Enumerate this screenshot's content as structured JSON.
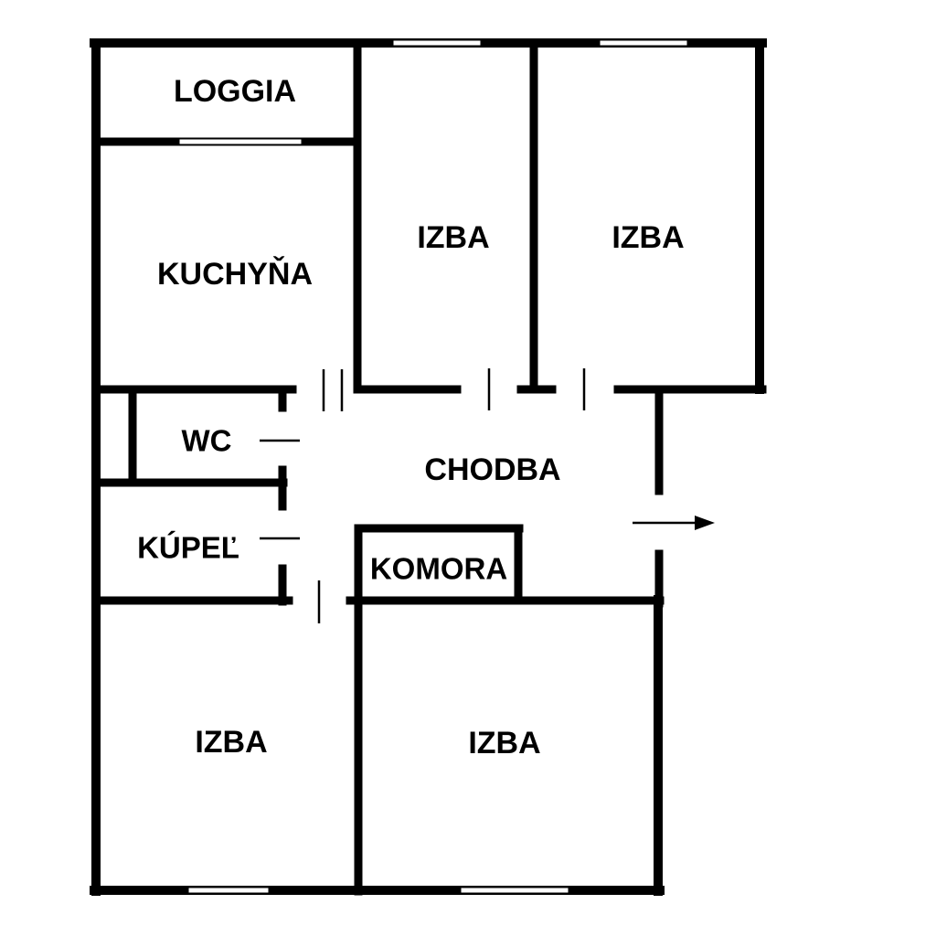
{
  "plan": {
    "colors": {
      "wall": "#000000",
      "window": "#ffffff",
      "background": "#ffffff"
    },
    "rooms": [
      {
        "id": "loggia",
        "label": "LOGGIA"
      },
      {
        "id": "kitchen",
        "label": "KUCHYŇA"
      },
      {
        "id": "room-top-middle",
        "label": "IZBA"
      },
      {
        "id": "room-top-right",
        "label": "IZBA"
      },
      {
        "id": "wc",
        "label": "WC"
      },
      {
        "id": "hallway",
        "label": "CHODBA"
      },
      {
        "id": "bathroom",
        "label": "KÚPEĽ"
      },
      {
        "id": "storage",
        "label": "KOMORA"
      },
      {
        "id": "room-bottom-left",
        "label": "IZBA"
      },
      {
        "id": "room-bottom-right",
        "label": "IZBA"
      }
    ],
    "entrance_icon": "entrance-arrow-icon"
  }
}
